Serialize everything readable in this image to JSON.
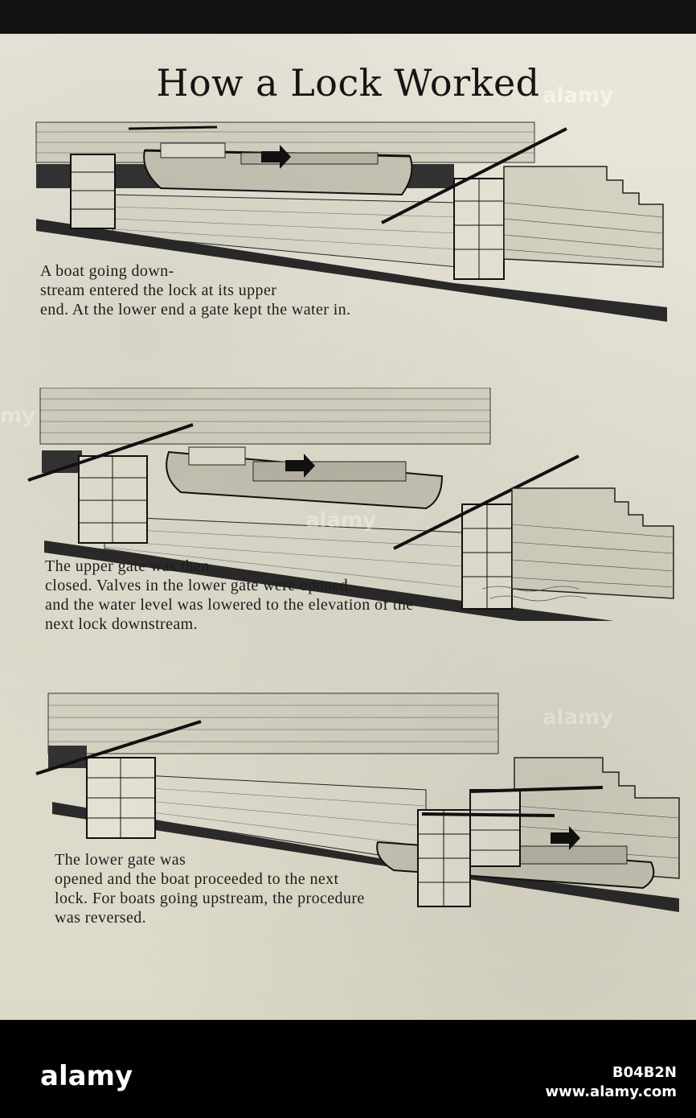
{
  "sign": {
    "title": "How a Lock Worked",
    "captions": [
      {
        "lines": [
          "A boat going down-",
          "stream entered the lock at its upper",
          "end. At the lower end a gate kept the water in."
        ]
      },
      {
        "lines": [
          "The upper gate was then",
          "closed. Valves in the lower gate were opened",
          "and the water level was lowered to the elevation of the",
          "next lock downstream."
        ]
      },
      {
        "lines": [
          "The lower gate was",
          "opened and the boat proceeded to the next",
          "lock. For boats going upstream, the procedure",
          "was reversed."
        ]
      }
    ]
  },
  "watermark": {
    "text": "alamy",
    "edge_text": "my"
  },
  "footer": {
    "logo": "alamy",
    "image_id": "B04B2N",
    "site": "www.alamy.com"
  }
}
